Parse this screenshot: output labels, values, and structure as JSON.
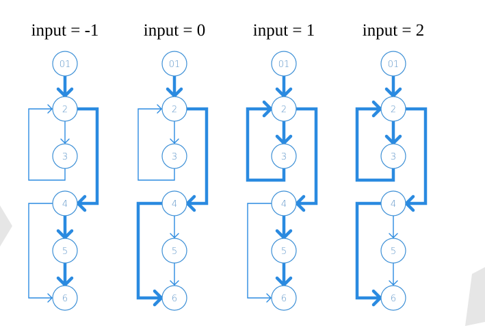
{
  "nodes": [
    {
      "id": "n1",
      "label": "01"
    },
    {
      "id": "n2",
      "label": "2"
    },
    {
      "id": "n3",
      "label": "3"
    },
    {
      "id": "n4",
      "label": "4"
    },
    {
      "id": "n5",
      "label": "5"
    },
    {
      "id": "n6",
      "label": "6"
    }
  ],
  "panels": [
    {
      "title": "input = -1",
      "taken": {
        "e12": true,
        "e23": false,
        "e32": false,
        "e24": true,
        "e45": true,
        "e56": true,
        "e46": false
      }
    },
    {
      "title": "input = 0",
      "taken": {
        "e12": true,
        "e23": false,
        "e32": false,
        "e24": true,
        "e45": false,
        "e56": false,
        "e46": true
      }
    },
    {
      "title": "input = 1",
      "taken": {
        "e12": true,
        "e23": true,
        "e32": true,
        "e24": true,
        "e45": true,
        "e56": true,
        "e46": false
      }
    },
    {
      "title": "input = 2",
      "taken": {
        "e12": true,
        "e23": true,
        "e32": true,
        "e24": true,
        "e45": false,
        "e56": false,
        "e46": true
      }
    }
  ],
  "colors": {
    "edge": "#2a8ae0",
    "node_stroke": "#3c8fd6",
    "node_label": "#5a93c8"
  }
}
